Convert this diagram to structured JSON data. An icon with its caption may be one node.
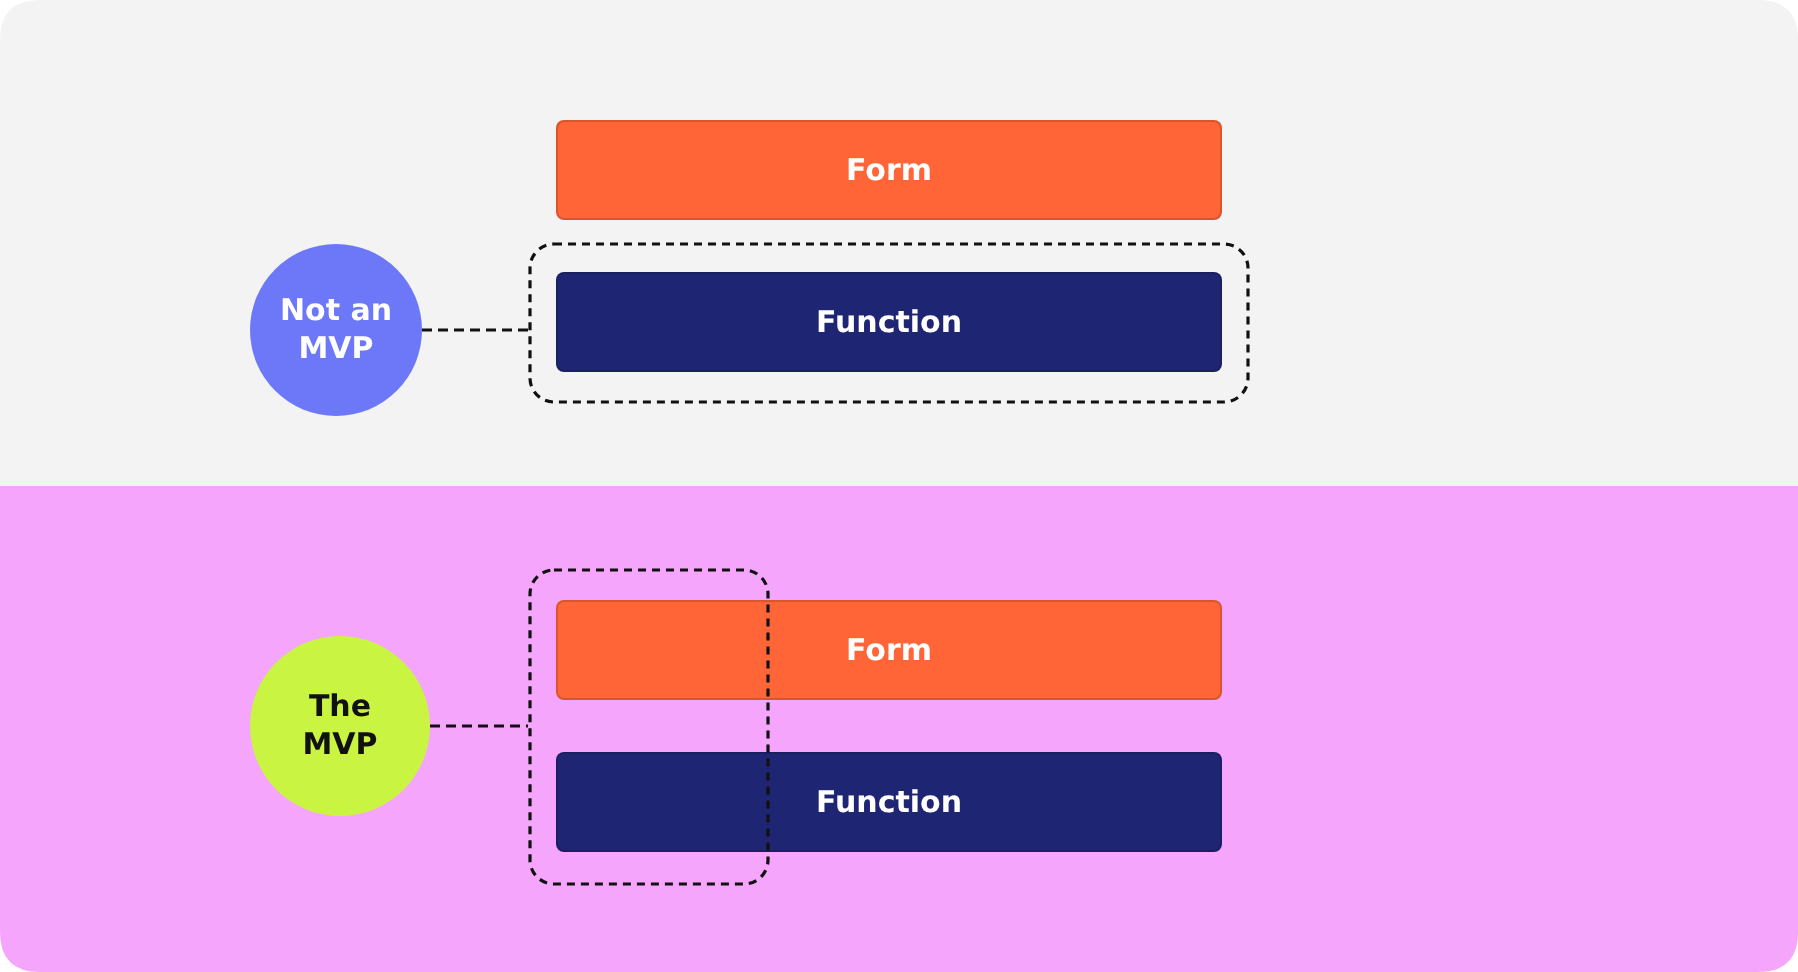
{
  "diagram": {
    "nodes": [
      {
        "text": [
          "Not an MVP"
        ]
      },
      {
        "text": [],
        "shape": "box"
      },
      {
        "text": [
          "Form"
        ]
      },
      {
        "text": [
          "Function"
        ],
        "in": 1
      },
      {
        "text": [
          "The MVP"
        ]
      },
      {
        "text": [],
        "shape": "box"
      },
      {
        "text": [
          "Form"
        ]
      },
      {
        "text": [
          "Function"
        ]
      }
    ],
    "edges": [
      {
        "from": 0,
        "to": 1,
        "arrow": "none",
        "style": "dashed"
      },
      {
        "from": 4,
        "to": 5,
        "arrow": "none",
        "style": "dashed"
      }
    ]
  }
}
